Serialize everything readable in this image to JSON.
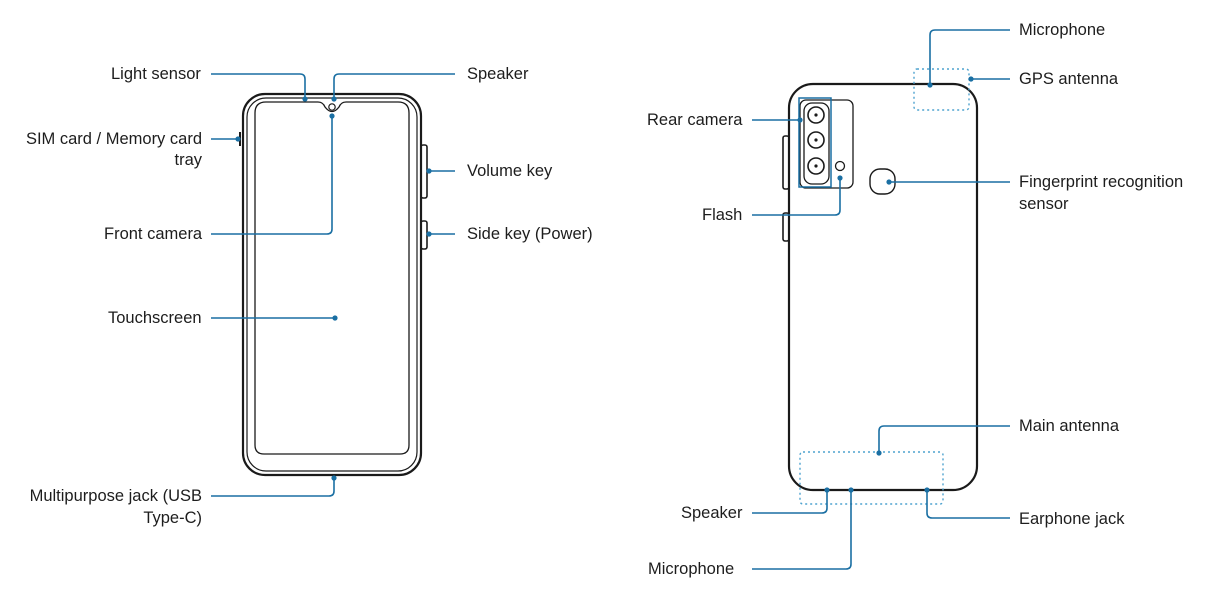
{
  "front": {
    "light_sensor": "Light sensor",
    "speaker": "Speaker",
    "sim_tray_line1": "SIM card / Memory card",
    "sim_tray_line2": "tray",
    "volume_key": "Volume key",
    "front_camera": "Front camera",
    "side_key": "Side key (Power)",
    "touchscreen": "Touchscreen",
    "jack_line1": "Multipurpose jack (USB",
    "jack_line2": "Type-C)"
  },
  "back": {
    "microphone_top": "Microphone",
    "gps_antenna": "GPS antenna",
    "rear_camera": "Rear camera",
    "fingerprint_line1": "Fingerprint recognition",
    "fingerprint_line2": "sensor",
    "flash": "Flash",
    "main_antenna": "Main antenna",
    "speaker": "Speaker",
    "earphone_jack": "Earphone jack",
    "microphone_bottom": "Microphone"
  },
  "colors": {
    "leader": "#1a6fa3",
    "outline": "#1a1a1a",
    "dotted": "#4fa3cf",
    "text": "#1d1d1d"
  }
}
